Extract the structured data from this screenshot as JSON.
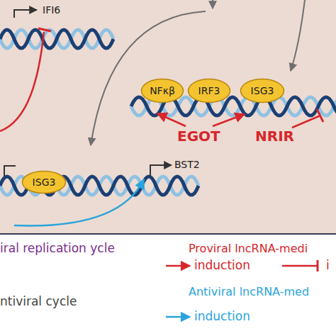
{
  "diagram": {
    "nodes": [
      {
        "text": [
          "NFκβ"
        ]
      },
      {
        "text": [
          "IRF3"
        ]
      },
      {
        "text": [
          "ISG3"
        ]
      },
      {
        "text": [
          "ISG3"
        ]
      }
    ],
    "labels": [
      "IFI6",
      "BST2",
      "EGOT",
      "NRIR",
      "Proviral lncRNA-medi",
      "Antiviral lncRNA-med"
    ],
    "legend": [
      {
        "text": "iral replication ycle"
      },
      {
        "text": "ntiviral cycle"
      },
      {
        "text": "induction"
      },
      {
        "text": "i"
      },
      {
        "text": "induction"
      }
    ]
  }
}
